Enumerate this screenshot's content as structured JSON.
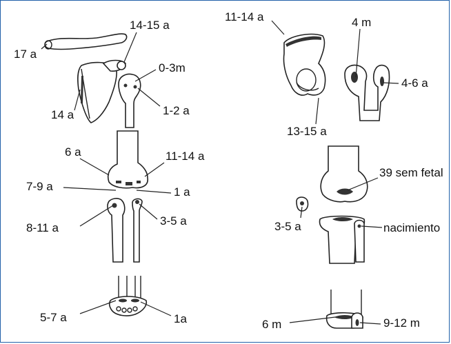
{
  "diagram": {
    "border_color": "#1f5fa8",
    "labels": {
      "clavicle": "17 a",
      "acromion": "14-15 a",
      "humeral_head": "0-3m",
      "scapula_border": "14 a",
      "humeral_tuberosity": "1-2 a",
      "iliac_crest": "11-14 a",
      "ischial": "13-15 a",
      "femoral_head": "4 m",
      "greater_trochanter": "4-6 a",
      "medial_epicondyle": "6 a",
      "lateral_epicondyle": "11-14 a",
      "trochlea": "7-9 a",
      "capitellum": "1 a",
      "olecranon": "8-11 a",
      "radial_head": "3-5 a",
      "distal_femur": "39 sem fetal",
      "patella": "3-5 a",
      "proximal_tibia": "nacimiento",
      "wrist_left": "5-7 a",
      "wrist_right": "1a",
      "distal_tibia": "6 m",
      "distal_fibula": "9-12 m"
    }
  }
}
